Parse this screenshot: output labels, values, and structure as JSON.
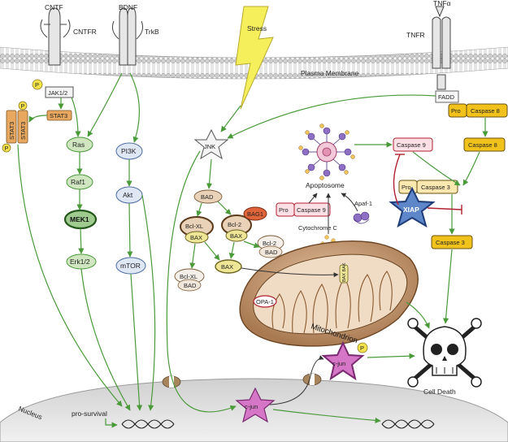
{
  "receptors": {
    "cntf": "CNTF",
    "cntfr": "CNTFR",
    "bdnf": "BDNF",
    "trkb": "TrkB",
    "tnfa": "TNFα",
    "tnfr": "TNFR"
  },
  "stress": "Stress",
  "membrane": "Plasma Membrane",
  "nucleus": "Nucleus",
  "mitochondrion": "Mitochondrion",
  "nodes": {
    "p": "P",
    "jak": "JAK1/2",
    "stat3": "STAT3",
    "ras": "Ras",
    "raf1": "Raf1",
    "mek1": "MEK1",
    "erk": "Erk1/2",
    "pi3k": "PI3K",
    "akt": "Akt",
    "mtor": "mTOR",
    "jnk": "JNK",
    "bad": "BAD",
    "bclxl": "Bcl-XL",
    "bcl2": "Bcl-2",
    "bax": "BAX",
    "bag1": "BAG1",
    "pro": "Pro",
    "caspase9": "Caspase 9",
    "caspase8": "Caspase 8",
    "caspase3": "Caspase 3",
    "fadd": "FADD",
    "xiap": "XIAP",
    "apoptosome": "Apoptosome",
    "apaf1": "Apaf-1",
    "cytc": "Cytochrome C",
    "opa1": "OPA-1",
    "baxbak": "BAX BAK",
    "cjun": "c-jun",
    "prosurvival": "pro-survival",
    "celldeath": "Cell Death"
  },
  "colors": {
    "pathway_arrow": "#4a9a3a",
    "inhibition": "#b02030",
    "stat3": "#e8a860",
    "ras_path": "#cfe6c0",
    "pi3k_path": "#dfe6f4",
    "caspase": "#f2c21c",
    "bad": "#e9d2b8",
    "bax": "#efe596",
    "bag1": "#e0643a",
    "xiap": "#5d87c9",
    "cjun": "#d676c6",
    "mitochondrion": "#c79a72",
    "nucleus": "#e2e2e2",
    "membrane": "#d8d8d8"
  }
}
